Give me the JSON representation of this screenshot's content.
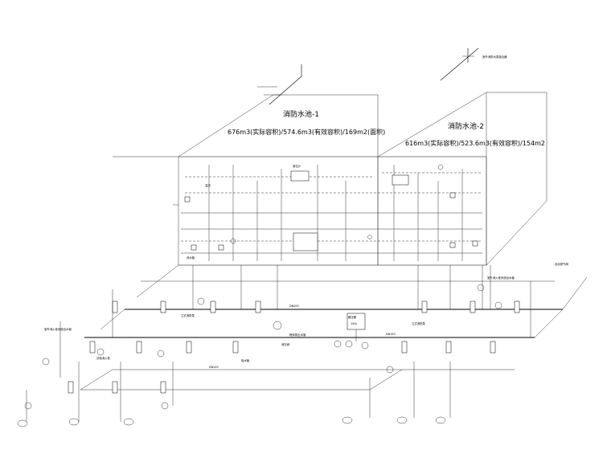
{
  "pools": [
    {
      "name": "消防水池-1",
      "spec": "676m3(实际容积)/574.6m3(有效容积)/169m2(面积)"
    },
    {
      "name": "消防水池-2",
      "spec": "616m3(实际容积)/523.6m3(有效容积)/154m2"
    }
  ],
  "labels": {
    "outdoor_hydrant_top": "室外消防水泵接合器",
    "fire_cabinet_1": "室外消火栓系统出水管",
    "fire_cabinet_2": "室外消火栓系统出水管",
    "pump_label_1": "立式消防泵",
    "pump_label_2": "立式消防泵",
    "test_valve": "试验消火栓",
    "pressure_tank": "稳压罐",
    "tank_volume": "150L",
    "relief": "泄压阀",
    "inlet": "吸水管",
    "sprinkler_pump": "喷淋泵出水管",
    "auto_vent": "自动排气阀",
    "overflow": "溢流",
    "drain": "泄水管",
    "level": "液位计",
    "dn150": "DN150",
    "dn200": "DN200",
    "dn100": "DN100"
  }
}
